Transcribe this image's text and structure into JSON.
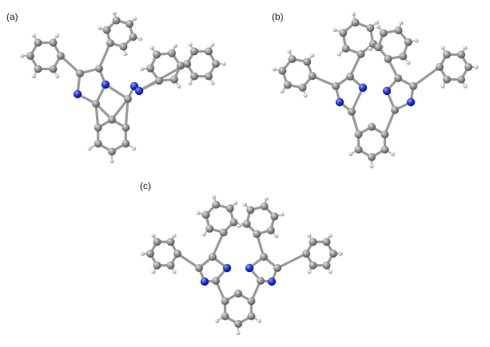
{
  "labels": {
    "a": "(a)",
    "b": "(b)",
    "c": "(c)"
  },
  "colors": {
    "carbon": "#8a8a8a",
    "carbon_highlight": "#d8d8d8",
    "nitrogen": "#1a2fd6",
    "nitrogen_highlight": "#7d8dff",
    "hydrogen": "#c8c8c8",
    "bond": "#9a9a9a",
    "background": "#ffffff"
  }
}
